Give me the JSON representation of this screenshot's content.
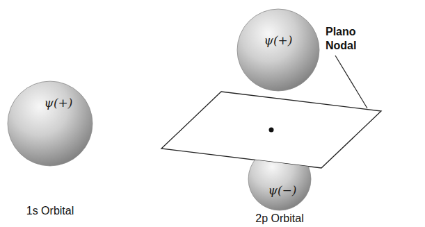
{
  "diagram": {
    "nodes": [
      {
        "text": [
          "ψ(+)"
        ]
      },
      {
        "text": [
          "ψ(+)"
        ]
      },
      {
        "text": [
          "ψ(−)"
        ]
      }
    ],
    "labels": [
      "1s Orbital",
      "2p Orbital",
      "Plano Nodal"
    ]
  }
}
